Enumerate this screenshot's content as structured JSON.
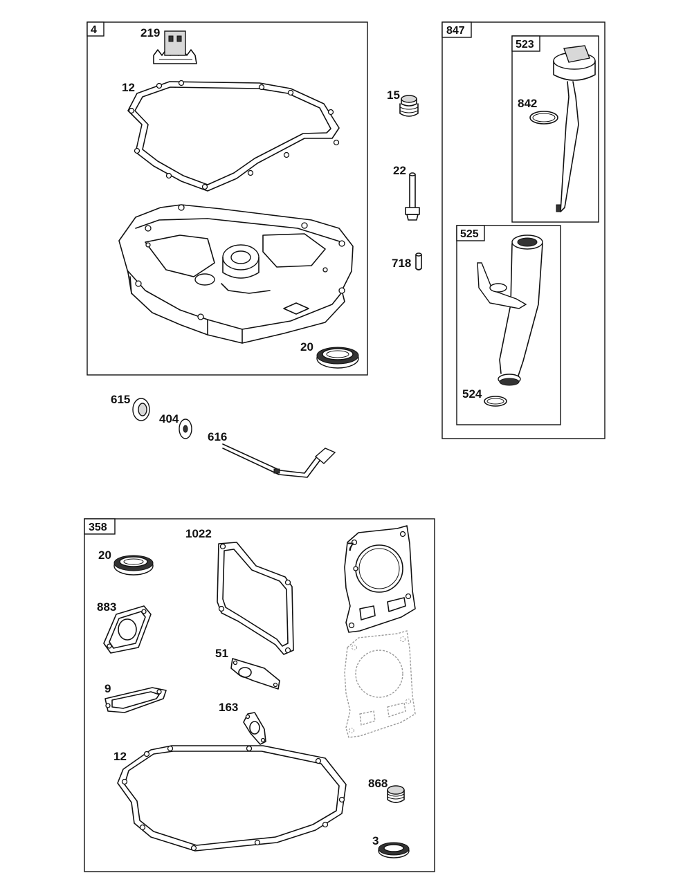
{
  "groups": {
    "cover_assembly": "4",
    "dipstick_group": "847",
    "dipstick": "523",
    "tube": "525",
    "gasket_set": "358"
  },
  "parts": {
    "gear_219": "219",
    "gasket_12_top": "12",
    "plug_15": "15",
    "bolt_22": "22",
    "pin_718": "718",
    "seal_20_top": "20",
    "washer_615": "615",
    "washer_404": "404",
    "shaft_616": "616",
    "oring_842": "842",
    "oring_524": "524",
    "seal_20_kit": "20",
    "gasket_1022": "1022",
    "head_gasket_7": "7",
    "gasket_883": "883",
    "gasket_51": "51",
    "gasket_9": "9",
    "gasket_163": "163",
    "gasket_12_kit": "12",
    "valve_868": "868",
    "seal_3": "3"
  },
  "colors": {
    "line": "#111111",
    "ghost": "#9a9a9a",
    "background": "#ffffff"
  }
}
